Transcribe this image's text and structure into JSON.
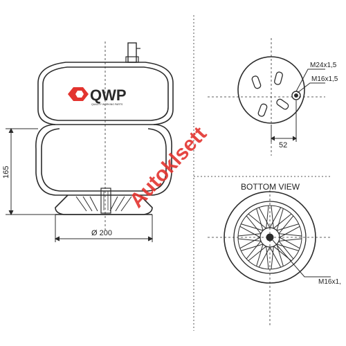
{
  "logo": {
    "text": "QWP",
    "tagline": "QUALITY WORKING PARTS"
  },
  "dimensions": {
    "height": "165",
    "diameter": "Ø 200",
    "offset": "52"
  },
  "top_view": {
    "thread_1": "M24x1,5",
    "thread_2": "M16x1,5"
  },
  "bottom_view": {
    "title": "BOTTOM VIEW",
    "thread": "M16x1,"
  },
  "watermark": {
    "text": "Autoklsett"
  },
  "colors": {
    "line": "#2b2b2b",
    "logo_red": "#e3342f",
    "watermark_red": "#e3342f"
  }
}
